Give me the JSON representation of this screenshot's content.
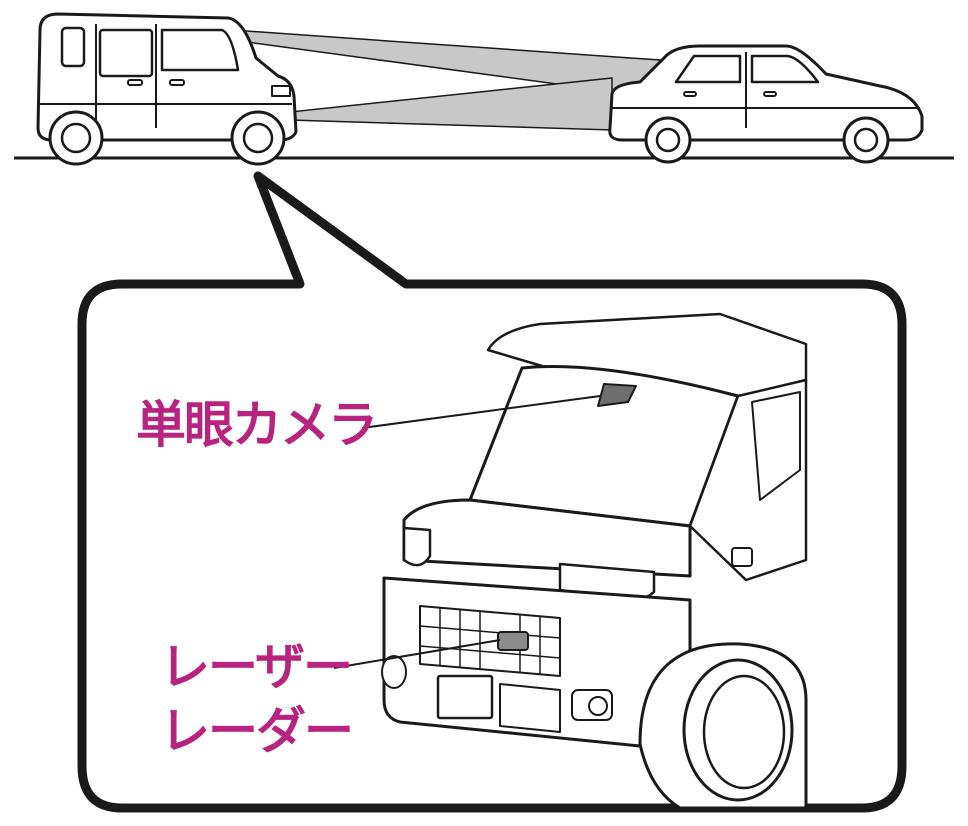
{
  "labels": {
    "camera": "単眼カメラ",
    "laser_line1": "レーザー",
    "laser_line2": "レーダー"
  },
  "colors": {
    "label": "#b8237f",
    "line": "#1a1a1a",
    "beam": "#c8c8c8",
    "background": "#ffffff"
  }
}
